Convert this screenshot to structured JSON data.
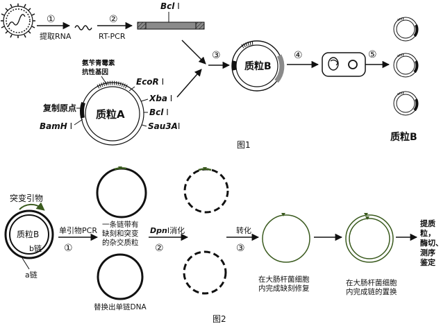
{
  "figure1": {
    "caption": "图1",
    "steps": [
      "①",
      "②",
      "③",
      "④",
      "⑤"
    ],
    "extract_rna": "提取RNA",
    "rt_pcr": "RT-PCR",
    "bcl_top": {
      "italic": "Bcl",
      "roman": " I"
    },
    "plasmid_a": {
      "name": "质粒A",
      "ampr_line1": "氨苄青霉素",
      "ampr_line2": "抗性基因",
      "origin": "复制原点",
      "bamh": {
        "italic": "BamH",
        "roman": " I"
      },
      "ecor": {
        "italic": "EcoR",
        "roman": " I"
      },
      "xba": {
        "italic": "Xba",
        "roman": " I"
      },
      "bcl": {
        "italic": "Bcl",
        "roman": " I"
      },
      "sau": {
        "italic": "Sau3A",
        "roman": "I"
      }
    },
    "plasmid_b": "质粒B",
    "result_label": "质粒B"
  },
  "figure2": {
    "caption": "图2",
    "mutation_primer": "突变引物",
    "plasmid_b": "质粒B",
    "b_chain": "b链",
    "a_chain": "a链",
    "steps": [
      "①",
      "②",
      "③"
    ],
    "single_primer_pcr": "单引物PCR",
    "hybrid_line1": "一条链带有",
    "hybrid_line2": "缺刻和突变",
    "hybrid_line3": "的杂交质粒",
    "replaced_single": "替换出单链DNA",
    "dpn_italic": "Dpn",
    "dpn_rest": "I消化",
    "transform": "转化",
    "repair_line1": "在大肠杆菌细胞",
    "repair_line2": "内完成缺刻修复",
    "replace_line1": "在大肠杆菌细胞",
    "replace_line2": "内完成链的置换",
    "final_line1": "提质",
    "final_line2": "粒，",
    "final_line3": "酶切、",
    "final_line4": "测序",
    "final_line5": "鉴定"
  },
  "colors": {
    "green": "#3a5a1e",
    "gray": "#8a8a8a",
    "black": "#111111"
  }
}
